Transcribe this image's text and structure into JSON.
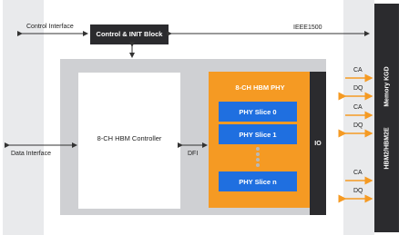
{
  "labels": {
    "control_interface": "Control Interface",
    "control_init_block": "Control & INIT Block",
    "ieee1500": "IEEE1500",
    "data_interface": "Data Interface",
    "hbm_controller": "8-CH HBM Controller",
    "dfi": "DFI",
    "hbm_phy": "8-CH HBM PHY",
    "io": "IO",
    "memory_kgd": "Memory KGD",
    "hbm2_hbm2e": "HBM2/HBM2E"
  },
  "phy_slices": [
    "PHY Slice 0",
    "PHY Slice 1",
    "PHY Slice n"
  ],
  "signals": [
    {
      "ca": "CA",
      "dq": "DQ"
    },
    {
      "ca": "CA",
      "dq": "DQ"
    },
    {
      "ca": "CA",
      "dq": "DQ"
    }
  ],
  "colors": {
    "phy_orange": "#f59a23",
    "slice_blue": "#1f6fe0",
    "dark": "#2b2b2e",
    "light_gray": "#e9eaec",
    "mid_gray": "#cfd0d3"
  }
}
